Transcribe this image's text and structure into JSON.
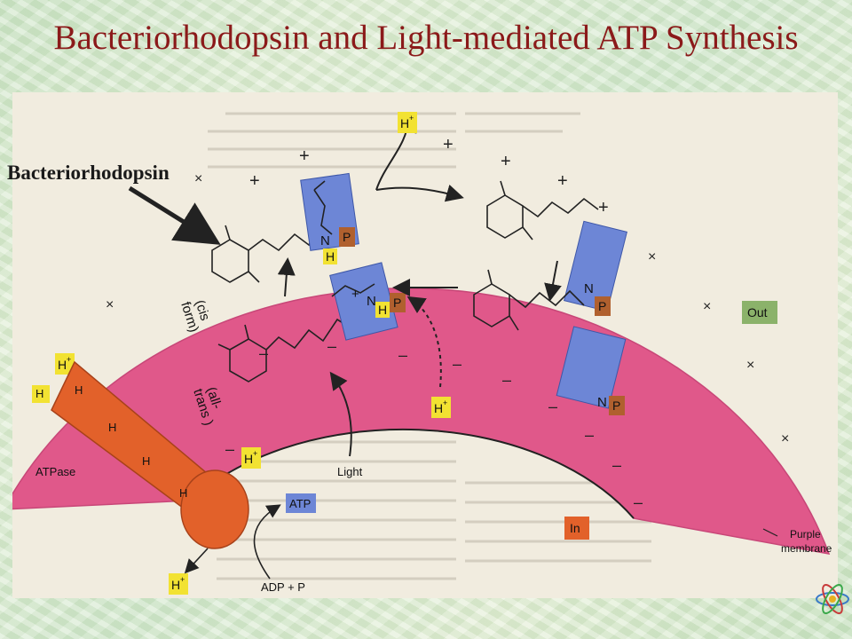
{
  "title": "Bacteriorhodopsin and Light-mediated ATP Synthesis",
  "callout": {
    "label": "Bacteriorhodopsin"
  },
  "diagram": {
    "proton": "H",
    "proton_sup": "+",
    "out_label": "Out",
    "in_label": "In",
    "membrane_label_1": "Purple",
    "membrane_label_2": "membrane",
    "cis_label_1": "(cis",
    "cis_label_2": "form)",
    "trans_label_1": "(all-",
    "trans_label_2": "trans )",
    "light_label": "Light",
    "atp_label": "ATP",
    "adp_label": "ADP + P",
    "atpase_label": "ATPase",
    "atom_n": "N",
    "atom_h": "H",
    "atom_p": "P",
    "plus_sign": "+",
    "minus_sign": "–",
    "cross_sign": "×"
  },
  "colors": {
    "title": "#8b1a1a",
    "membrane": "#e0588a",
    "atpase": "#e2612a",
    "highlight_blue": "#6d86d6",
    "label_yellow": "#f2e232",
    "label_green": "#8bb26a",
    "label_orange": "#e2612a",
    "phosphate": "#b0602e"
  },
  "icons": {
    "corner": "atom-icon"
  }
}
